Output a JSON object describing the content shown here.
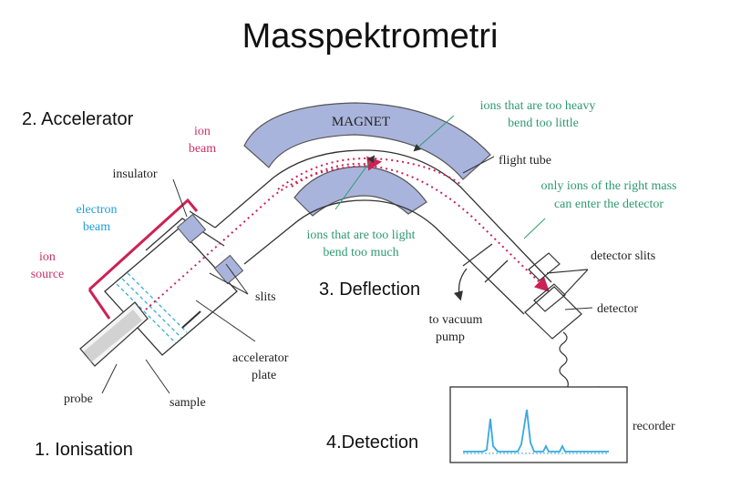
{
  "title": "Masspektrometri",
  "stages": {
    "accelerator": "2. Accelerator",
    "deflection": "3. Deflection",
    "detection": "4.Detection",
    "ionisation": "1. Ionisation"
  },
  "labels": {
    "magnet": "MAGNET",
    "ion_beam_1": "ion",
    "ion_beam_2": "beam",
    "insulator": "insulator",
    "electron_beam_1": "electron",
    "electron_beam_2": "beam",
    "ion_source_1": "ion",
    "ion_source_2": "source",
    "slits": "slits",
    "accelerator_plate_1": "accelerator",
    "accelerator_plate_2": "plate",
    "probe": "probe",
    "sample": "sample",
    "too_heavy_1": "ions that are too heavy",
    "too_heavy_2": "bend too little",
    "flight_tube": "flight tube",
    "right_mass_1": "only ions of the right mass",
    "right_mass_2": "can enter the detector",
    "too_light_1": "ions that are too light",
    "too_light_2": "bend too much",
    "detector_slits": "detector slits",
    "detector": "detector",
    "vacuum_1": "to vacuum",
    "vacuum_2": "pump",
    "recorder": "recorder"
  },
  "colors": {
    "magnet_fill": "#a9b4dc",
    "ion_beam": "#cc2255",
    "electron_beam": "#2aa6d8",
    "annotation_green": "#2e9a6e",
    "ion_label": "#cc3366",
    "electron_label": "#22a0d6",
    "recorder_trace": "#38a8e0",
    "outline": "#333333"
  }
}
